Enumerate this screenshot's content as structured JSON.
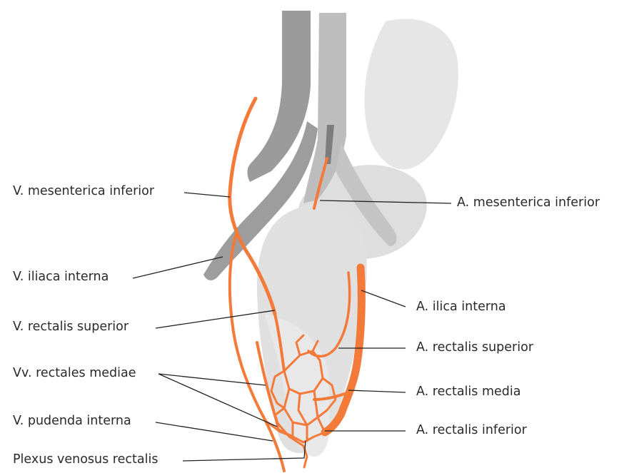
{
  "labels_left": [
    {
      "text": "V. mesenterica inferior"
    },
    {
      "text": "V. iliaca interna"
    },
    {
      "text": "V. rectalis superior"
    },
    {
      "text": "Vv. rectales mediae"
    },
    {
      "text": "V. pudenda interna"
    },
    {
      "text": "Plexus venosus rectalis"
    }
  ],
  "labels_right": [
    {
      "text": "A. mesenterica inferior"
    },
    {
      "text": "A. ilica interna"
    },
    {
      "text": "A. rectalis superior"
    },
    {
      "text": "A. rectalis media"
    },
    {
      "text": "A. rectalis inferior"
    }
  ],
  "colors": {
    "vessel": "#f47a3a",
    "vein_dark": "#9b9b9b",
    "vein_light": "#b9b9b9",
    "organ": "#dcdcdc",
    "organ_light": "#e6e6e6",
    "line": "#222222"
  }
}
